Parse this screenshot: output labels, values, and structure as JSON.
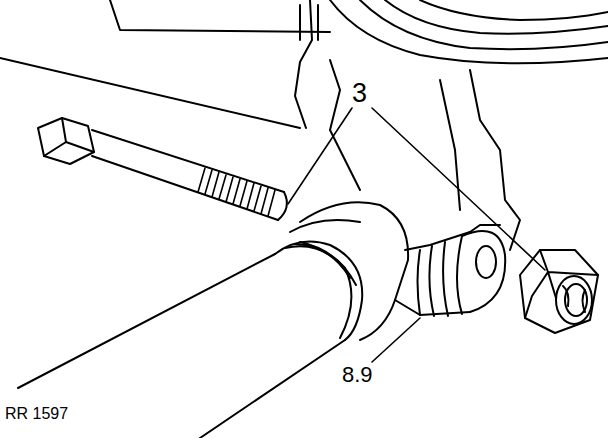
{
  "diagram": {
    "labels": [
      "3",
      "8.9",
      "RR 1597"
    ]
  }
}
